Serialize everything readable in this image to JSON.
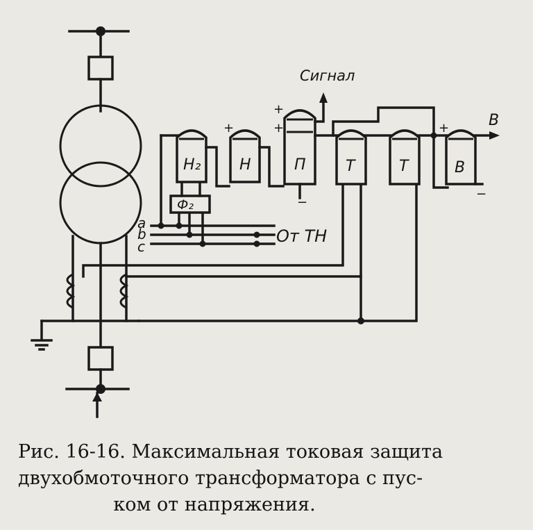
{
  "labels": {
    "signal": "Сигнал",
    "breaker_out": "В",
    "from_vt": "От ТН",
    "phase_a": "a",
    "phase_b": "b",
    "phase_c": "c",
    "plus": "+",
    "minus": "−"
  },
  "relays": {
    "h2": "H₂",
    "h": "H",
    "p": "П",
    "t1": "Т",
    "t2": "Т",
    "b": "В"
  },
  "filter": "Ф₂",
  "caption": {
    "line1": "Рис. 16-16. Максимальная токовая защита",
    "line2": "двухобмоточного трансформатора с пус-",
    "line3": "ком от напряжения."
  }
}
